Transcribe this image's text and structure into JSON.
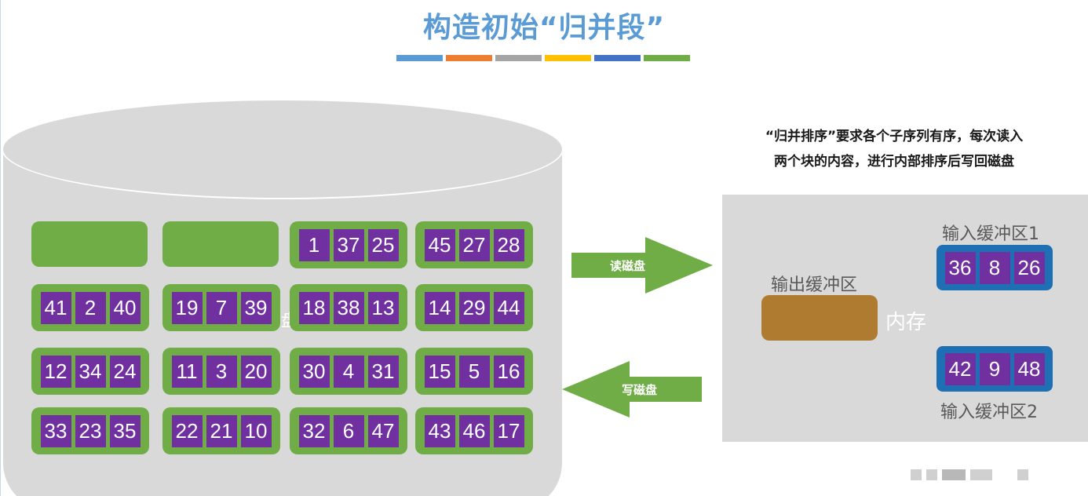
{
  "title": "构造初始“归并段”",
  "title_bar_colors": [
    "#5b9bd5",
    "#ed7d31",
    "#a5a5a5",
    "#ffc000",
    "#4472c4",
    "#70ad47"
  ],
  "disk": {
    "label_partial": "盘",
    "blocks": [
      [
        [],
        [],
        [
          "1",
          "37",
          "25"
        ],
        [
          "45",
          "27",
          "28"
        ]
      ],
      [
        [
          "41",
          "2",
          "40"
        ],
        [
          "19",
          "7",
          "39"
        ],
        [
          "18",
          "38",
          "13"
        ],
        [
          "14",
          "29",
          "44"
        ]
      ],
      [
        [
          "12",
          "34",
          "24"
        ],
        [
          "11",
          "3",
          "20"
        ],
        [
          "30",
          "4",
          "31"
        ],
        [
          "15",
          "5",
          "16"
        ]
      ],
      [
        [
          "33",
          "23",
          "35"
        ],
        [
          "22",
          "21",
          "10"
        ],
        [
          "32",
          "6",
          "47"
        ],
        [
          "43",
          "46",
          "17"
        ]
      ]
    ]
  },
  "arrows": {
    "read_label": "读磁盘",
    "write_label": "写磁盘"
  },
  "description": {
    "line1": "“归并排序”要求各个子序列有序，每次读入",
    "line2": "两个块的内容，进行内部排序后写回磁盘"
  },
  "memory": {
    "label": "内存",
    "output_buffer_label": "输出缓冲区",
    "input_buffer_1_label": "输入缓冲区1",
    "input_buffer_1_values": [
      "36",
      "8",
      "26"
    ],
    "input_buffer_2_label": "输入缓冲区2",
    "input_buffer_2_values": [
      "42",
      "9",
      "48"
    ]
  },
  "colors": {
    "block_green": "#70ad47",
    "cell_purple": "#7030a0",
    "input_buffer_blue": "#1f6fb4",
    "output_buffer_brown": "#ae7b30",
    "title_blue": "#5b9bd5"
  }
}
